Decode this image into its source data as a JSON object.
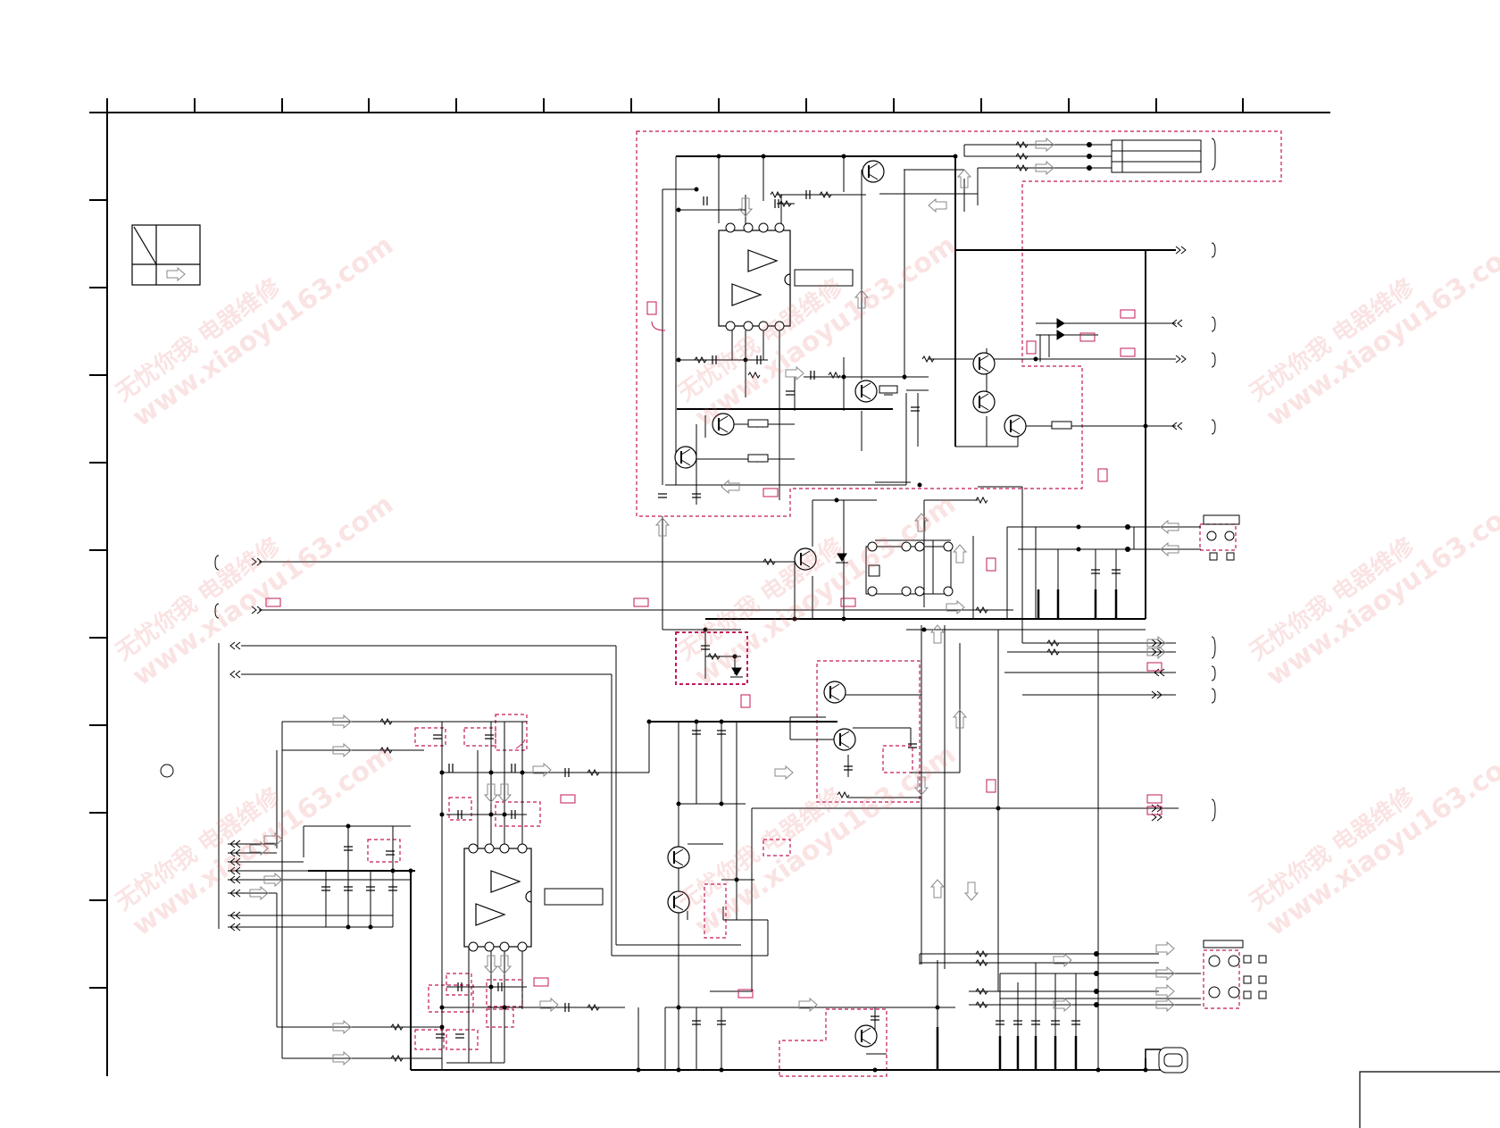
{
  "diagram": {
    "type": "circuit-schematic",
    "line_color": "#000000",
    "accent_color": "#c2185b",
    "watermark_color": "#e86a6a"
  },
  "watermark": {
    "chinese": "无忧你我 电器维修",
    "url": "www.xiaoyu163.com"
  }
}
